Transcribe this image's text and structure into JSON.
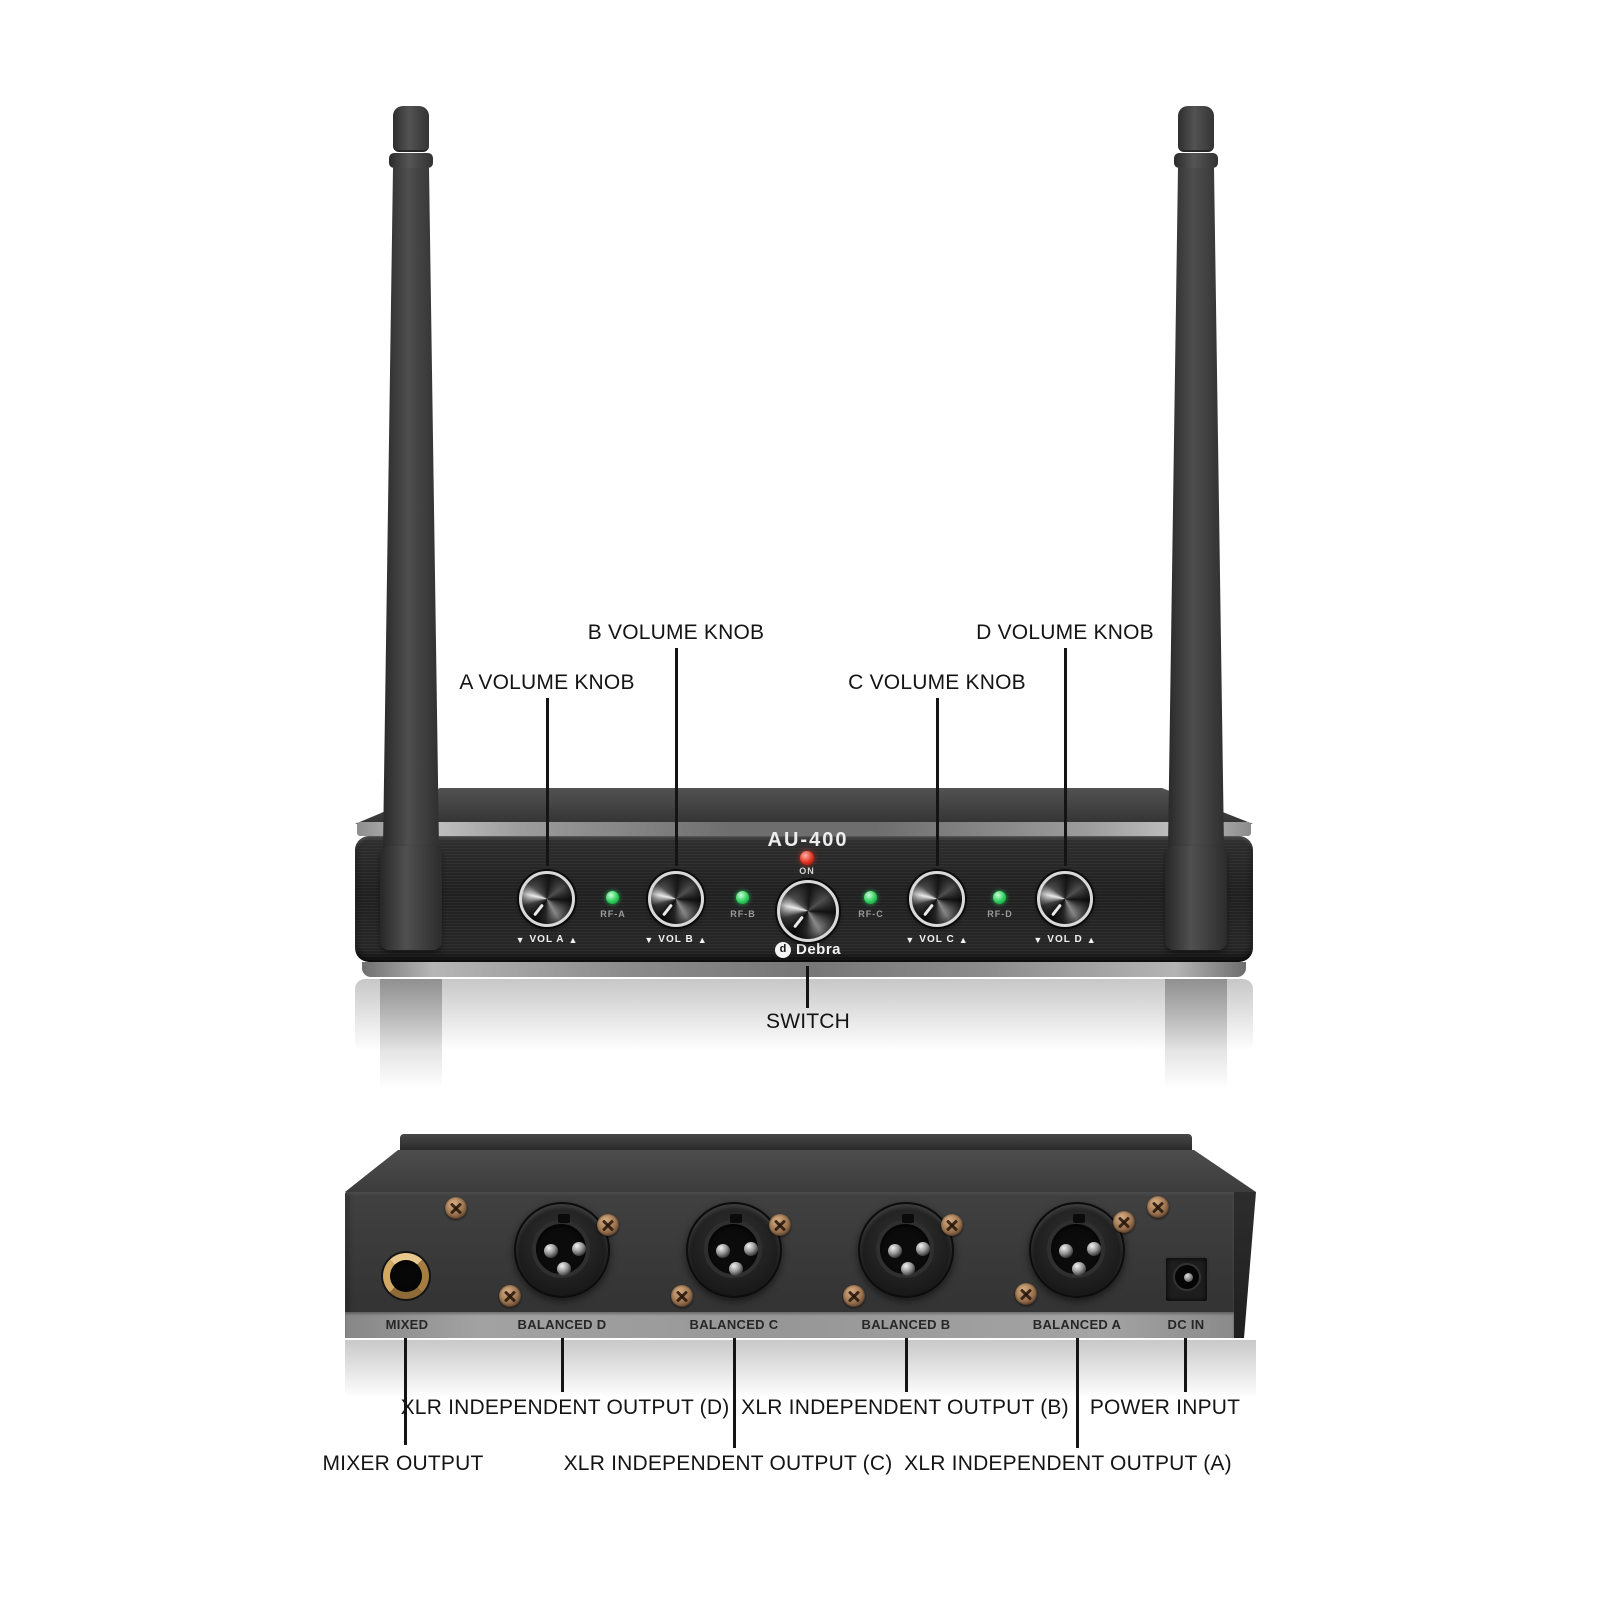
{
  "front_view": {
    "model": "AU-400",
    "power_led": "ON",
    "brand": "Debra",
    "brand_mark": "d",
    "marker_down": "▼",
    "marker_up": "▲",
    "knobs": [
      {
        "vol": "VOL A",
        "rf": "RF-A"
      },
      {
        "vol": "VOL B",
        "rf": "RF-B"
      },
      {
        "vol": "VOL C",
        "rf": "RF-C"
      },
      {
        "vol": "VOL D",
        "rf": "RF-D"
      }
    ],
    "callouts": {
      "a": "A VOLUME KNOB",
      "b": "B VOLUME KNOB",
      "c": "C VOLUME KNOB",
      "d": "D VOLUME KNOB",
      "switch": "SWITCH"
    }
  },
  "rear_view": {
    "ports": {
      "mixed": "MIXED",
      "balanced_d": "BALANCED D",
      "balanced_c": "BALANCED C",
      "balanced_b": "BALANCED B",
      "balanced_a": "BALANCED A",
      "dc_in": "DC IN"
    },
    "callouts": {
      "mixer": "MIXER OUTPUT",
      "xlr_d": "XLR INDEPENDENT OUTPUT (D)",
      "xlr_c": "XLR INDEPENDENT OUTPUT (C)",
      "xlr_b": "XLR INDEPENDENT OUTPUT (B)",
      "xlr_a": "XLR INDEPENDENT OUTPUT (A)",
      "power": "POWER INPUT"
    }
  },
  "colors": {
    "led_red": "#e03020",
    "led_green": "#2ccc5a",
    "screw_copper": "#9c744f",
    "jack_gold": "#c79c5a",
    "callout_text": "#141414"
  }
}
